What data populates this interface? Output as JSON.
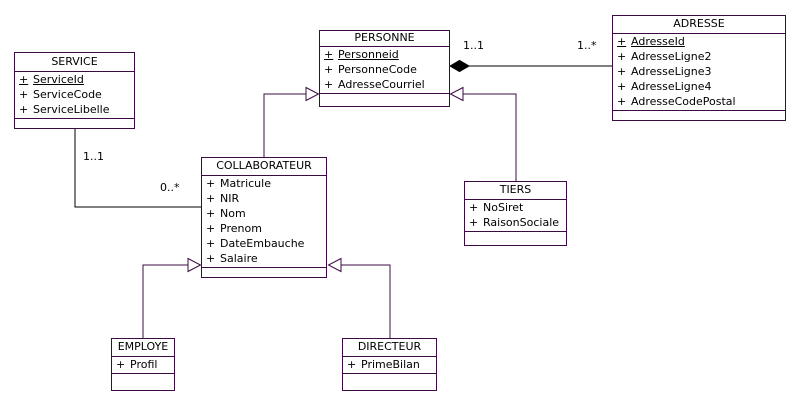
{
  "classes": {
    "service": {
      "name": "SERVICE",
      "attributes": [
        {
          "vis": "+",
          "name": "ServiceId",
          "identifier": true
        },
        {
          "vis": "+",
          "name": "ServiceCode"
        },
        {
          "vis": "+",
          "name": "ServiceLibelle"
        }
      ]
    },
    "personne": {
      "name": "PERSONNE",
      "attributes": [
        {
          "vis": "+",
          "name": "Personneid",
          "identifier": true
        },
        {
          "vis": "+",
          "name": "PersonneCode"
        },
        {
          "vis": "+",
          "name": "AdresseCourriel"
        }
      ]
    },
    "adresse": {
      "name": "ADRESSE",
      "attributes": [
        {
          "vis": "+",
          "name": "AdresseId",
          "identifier": true
        },
        {
          "vis": "+",
          "name": "AdresseLigne2"
        },
        {
          "vis": "+",
          "name": "AdresseLigne3"
        },
        {
          "vis": "+",
          "name": "AdresseLigne4"
        },
        {
          "vis": "+",
          "name": "AdresseCodePostal"
        }
      ]
    },
    "collaborateur": {
      "name": "COLLABORATEUR",
      "attributes": [
        {
          "vis": "+",
          "name": "Matricule"
        },
        {
          "vis": "+",
          "name": "NIR"
        },
        {
          "vis": "+",
          "name": "Nom"
        },
        {
          "vis": "+",
          "name": "Prenom"
        },
        {
          "vis": "+",
          "name": "DateEmbauche"
        },
        {
          "vis": "+",
          "name": "Salaire"
        }
      ]
    },
    "tiers": {
      "name": "TIERS",
      "attributes": [
        {
          "vis": "+",
          "name": "NoSiret"
        },
        {
          "vis": "+",
          "name": "RaisonSociale"
        }
      ]
    },
    "employe": {
      "name": "EMPLOYE",
      "attributes": [
        {
          "vis": "+",
          "name": "Profil"
        }
      ]
    },
    "directeur": {
      "name": "DIRECTEUR",
      "attributes": [
        {
          "vis": "+",
          "name": "PrimeBilan"
        }
      ]
    }
  },
  "relations": {
    "service_collaborateur": {
      "type": "association",
      "service_end": "1..1",
      "collaborateur_end": "0..*"
    },
    "personne_adresse": {
      "type": "composition",
      "personne_end": "1..1",
      "adresse_end": "1..*"
    },
    "generalizations": [
      {
        "from": "COLLABORATEUR",
        "to": "PERSONNE"
      },
      {
        "from": "TIERS",
        "to": "PERSONNE"
      },
      {
        "from": "EMPLOYE",
        "to": "COLLABORATEUR"
      },
      {
        "from": "DIRECTEUR",
        "to": "COLLABORATEUR"
      }
    ]
  },
  "colors": {
    "box_border": "#3C0B43",
    "association_line": "#000000",
    "text": "#000000",
    "background": "#FFFFFF"
  }
}
